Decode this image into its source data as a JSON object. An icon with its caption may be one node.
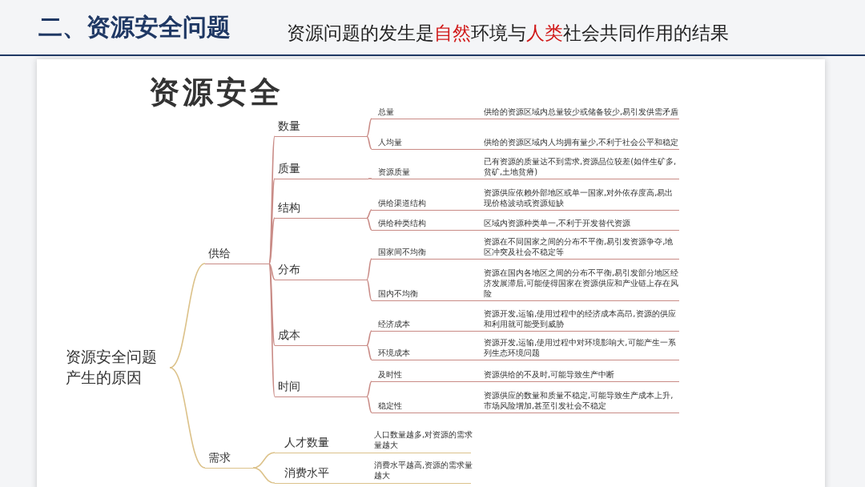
{
  "diagram": {
    "title": "二、资源安全问题",
    "nodes": [
      {
        "text": [
          "资源安全问题产生的原因"
        ]
      },
      {
        "text": [
          "供给"
        ]
      },
      {
        "text": [
          "数量"
        ]
      },
      {
        "text": [
          "总量",
          "供给的资源区域内总量较少或储备较少,易引发供需矛盾"
        ]
      },
      {
        "text": [
          "人均量",
          "供给的资源区域内人均拥有量少,不利于社会公平和稳定"
        ]
      },
      {
        "text": [
          "质量"
        ]
      },
      {
        "text": [
          "资源质量",
          "已有资源的质量达不到需求,资源品位较差(如伴生矿多,贫矿,土地贫瘠)"
        ]
      },
      {
        "text": [
          "结构"
        ]
      },
      {
        "text": [
          "供给渠道结构",
          "资源供应依赖外部地区或单一国家,对外依存度高,易出现价格波动或资源短缺"
        ]
      },
      {
        "text": [
          "供给种类结构",
          "区域内资源种类单一,不利于开发替代资源"
        ]
      },
      {
        "text": [
          "分布"
        ]
      },
      {
        "text": [
          "国家间不均衡",
          "资源在不同国家之间的分布不平衡,易引发资源争夺,地区冲突及社会不稳定等"
        ]
      },
      {
        "text": [
          "国内不均衡",
          "资源在国内各地区之间的分布不平衡,易引发部分地区经济发展滞后,可能使得国家在资源供应和产业链上存在风险"
        ]
      },
      {
        "text": [
          "成本"
        ]
      },
      {
        "text": [
          "经济成本",
          "资源开发,运输,使用过程中的经济成本高昂,资源的供应和利用就可能受到威胁"
        ]
      },
      {
        "text": [
          "环境成本",
          "资源开发,运输,使用过程中对环境影响大,可能产生一系列生态环境问题"
        ]
      },
      {
        "text": [
          "时间"
        ]
      },
      {
        "text": [
          "及时性",
          "资源供给的不及时,可能导致生产中断"
        ]
      },
      {
        "text": [
          "稳定性",
          "资源供应的数量和质量不稳定,可能导致生产成本上升,市场风险增加,甚至引发社会不稳定"
        ]
      },
      {
        "text": [
          "需求"
        ]
      },
      {
        "text": [
          "人才数量",
          "人口数量越多,对资源的需求量越大"
        ]
      },
      {
        "text": [
          "消费水平",
          "消费水平越高,资源的需求量越大"
        ]
      }
    ],
    "edges": [
      {
        "from": 0,
        "to": 1,
        "arrow": "none",
        "color": "#dcc28a"
      },
      {
        "from": 1,
        "to": 2,
        "arrow": "none"
      },
      {
        "from": 2,
        "to": 3,
        "arrow": "none"
      },
      {
        "from": 2,
        "to": 4,
        "arrow": "none"
      },
      {
        "from": 1,
        "to": 5,
        "arrow": "none"
      },
      {
        "from": 5,
        "to": 6,
        "arrow": "none"
      },
      {
        "from": 1,
        "to": 7,
        "arrow": "none"
      },
      {
        "from": 7,
        "to": 8,
        "arrow": "none"
      },
      {
        "from": 7,
        "to": 9,
        "arrow": "none"
      },
      {
        "from": 1,
        "to": 10,
        "arrow": "none"
      },
      {
        "from": 10,
        "to": 11,
        "arrow": "none"
      },
      {
        "from": 10,
        "to": 12,
        "arrow": "none"
      },
      {
        "from": 1,
        "to": 13,
        "arrow": "none"
      },
      {
        "from": 13,
        "to": 14,
        "arrow": "none"
      },
      {
        "from": 13,
        "to": 15,
        "arrow": "none"
      },
      {
        "from": 1,
        "to": 16,
        "arrow": "none"
      },
      {
        "from": 16,
        "to": 17,
        "arrow": "none"
      },
      {
        "from": 16,
        "to": 18,
        "arrow": "none"
      },
      {
        "from": 0,
        "to": 19,
        "arrow": "none",
        "color": "#dcc28a"
      },
      {
        "from": 19,
        "to": 20,
        "arrow": "none",
        "color": "#dcc28a"
      },
      {
        "from": 19,
        "to": 21,
        "arrow": "none",
        "color": "#dcc28a"
      }
    ],
    "labels": [
      "资源问题的发生是**自然**环境与**人类**社会共同作用的结果",
      "资源安全"
    ]
  }
}
